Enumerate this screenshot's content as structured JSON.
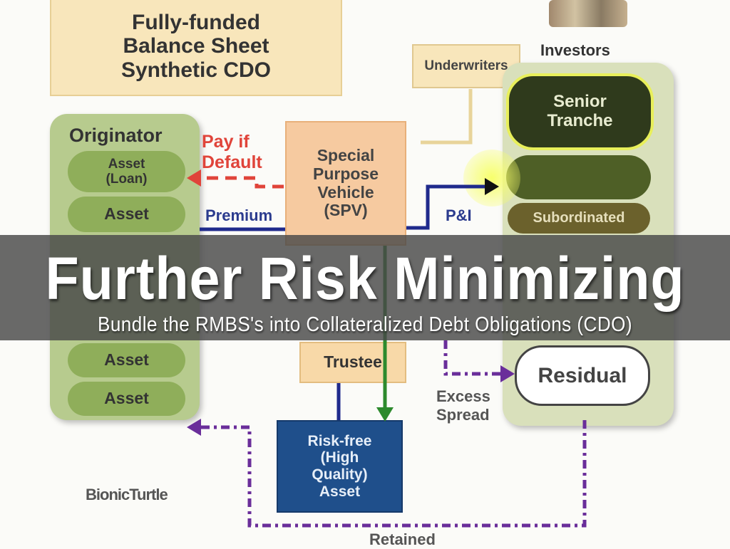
{
  "diagram": {
    "title_box": [
      "Fully-funded",
      "Balance Sheet",
      "Synthetic CDO"
    ],
    "underwriters": "Underwriters",
    "investors_label": "Investors",
    "tranches": {
      "senior": [
        "Senior",
        "Tranche"
      ],
      "subordinated": "Subordinated",
      "residual": "Residual"
    },
    "originator_label": "Originator",
    "assets": [
      [
        "Asset",
        "(Loan)"
      ],
      [
        "Asset"
      ],
      [
        "Asset"
      ],
      [
        "Asset"
      ]
    ],
    "pay_if_default": [
      "Pay if",
      "Default"
    ],
    "spv": [
      "Special",
      "Purpose",
      "Vehicle",
      "(SPV)"
    ],
    "trustee": "Trustee",
    "risk_free": [
      "Risk-free",
      "(High",
      "Quality)",
      "Asset"
    ],
    "p_and_i": "P&I",
    "premium": "Premium",
    "excess_spread": [
      "Excess",
      "Spread"
    ],
    "retained": "Retained",
    "logo": "BionicTurtle"
  },
  "overlay": {
    "title": "Further Risk Minimizing",
    "subtitle": "Bundle the RMBS's into Collateralized Debt Obligations (CDO)"
  },
  "colors": {
    "band": "#484848",
    "originator": "#b4c98a",
    "spv": "#f5c9a0",
    "risk_free": "#1e4f8a"
  }
}
